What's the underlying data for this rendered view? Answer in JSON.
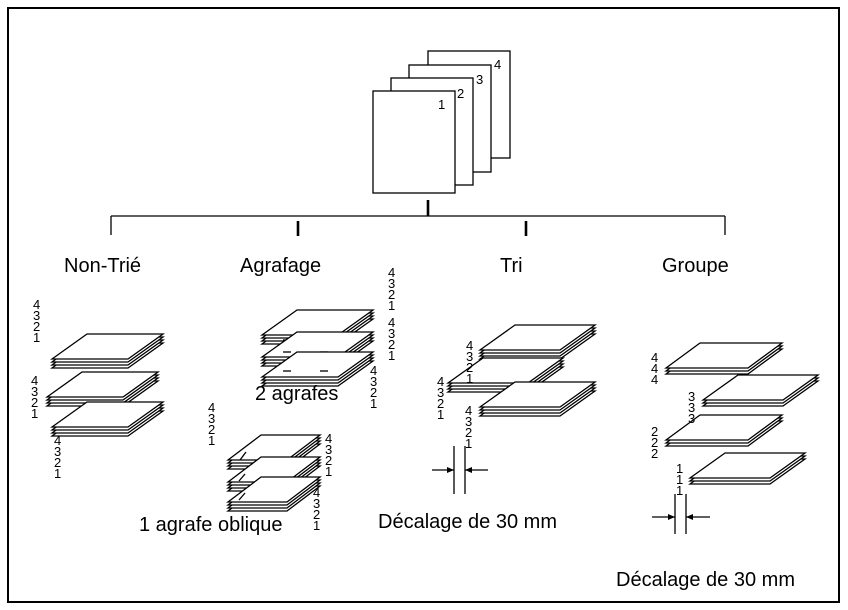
{
  "original": {
    "page_numbers": [
      "1",
      "2",
      "3",
      "4"
    ]
  },
  "modes": {
    "non_trie": {
      "label": "Non-Trié"
    },
    "agrafage": {
      "label": "Agrafage",
      "two_staples": "2 agrafes",
      "oblique": "1 agrafe oblique"
    },
    "tri": {
      "label": "Tri",
      "offset": "Décalage de 30 mm"
    },
    "groupe": {
      "label": "Groupe",
      "offset": "Décalage de 30 mm"
    }
  },
  "stack_digits": [
    "4",
    "3",
    "2",
    "1"
  ]
}
